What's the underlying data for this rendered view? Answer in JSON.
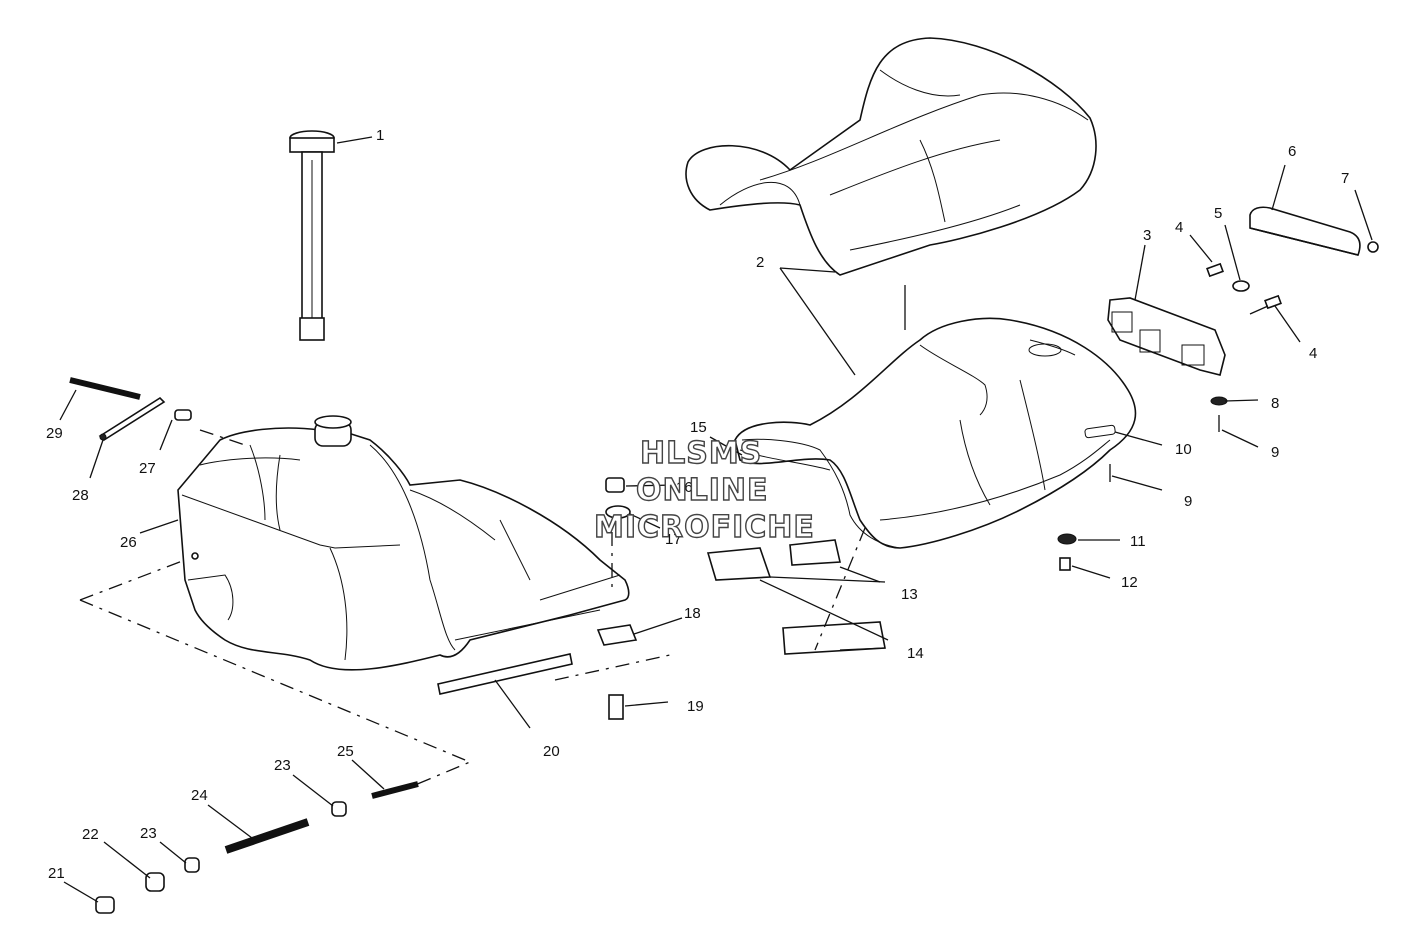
{
  "callouts": {
    "c1": "1",
    "c2": "2",
    "c3": "3",
    "c4a": "4",
    "c4b": "4",
    "c5": "5",
    "c6": "6",
    "c7": "7",
    "c8": "8",
    "c9a": "9",
    "c9b": "9",
    "c10": "10",
    "c11": "11",
    "c12": "12",
    "c13": "13",
    "c14": "14",
    "c15": "15",
    "c16": "16",
    "c17": "17",
    "c18": "18",
    "c19": "19",
    "c20": "20",
    "c21": "21",
    "c22": "22",
    "c23a": "23",
    "c23b": "23",
    "c24": "24",
    "c25": "25",
    "c26": "26",
    "c27": "27",
    "c28": "28",
    "c29": "29"
  },
  "watermark": {
    "line1": "HLSMS",
    "line2": "ONLINE",
    "line3": "MICROFICHE"
  }
}
